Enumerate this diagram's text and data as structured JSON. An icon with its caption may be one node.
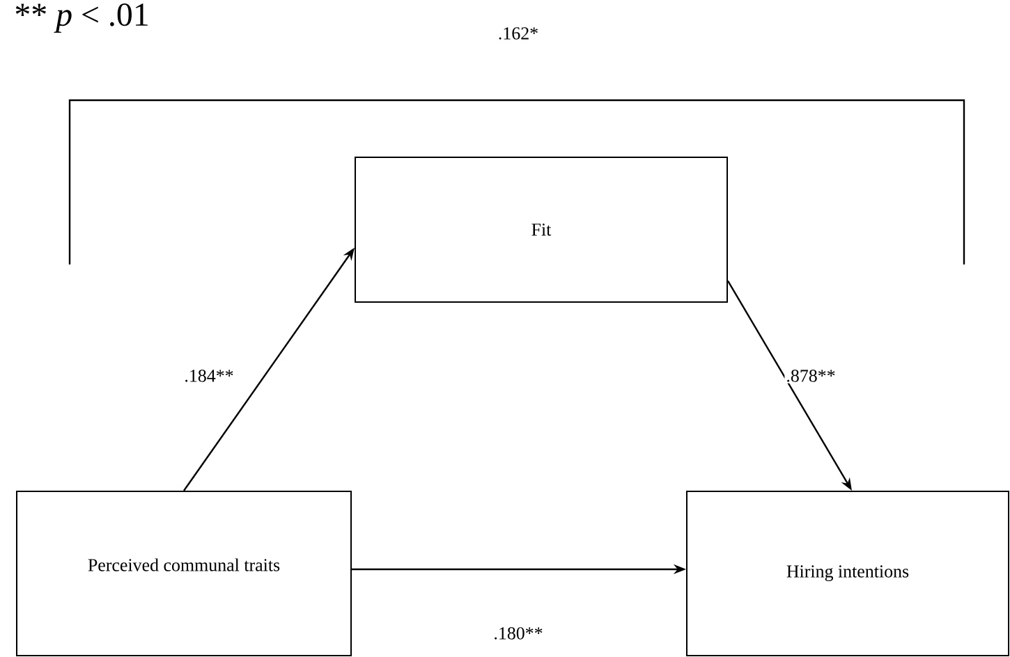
{
  "diagram": {
    "nodes": [
      {
        "text": [
          "Fit"
        ]
      },
      {
        "text": [
          "Perceived communal traits"
        ]
      },
      {
        "text": [
          "Hiring intentions"
        ]
      }
    ],
    "edges": [
      {
        "from": 1,
        "to": 0,
        "arrow": "to",
        "label": ".184**"
      },
      {
        "from": 0,
        "to": 2,
        "arrow": "to",
        "label": ".878**"
      },
      {
        "from": 1,
        "to": 2,
        "arrow": "to",
        "label": ".180**"
      }
    ],
    "labels": [
      "** *p* < .01",
      ".162*"
    ]
  }
}
